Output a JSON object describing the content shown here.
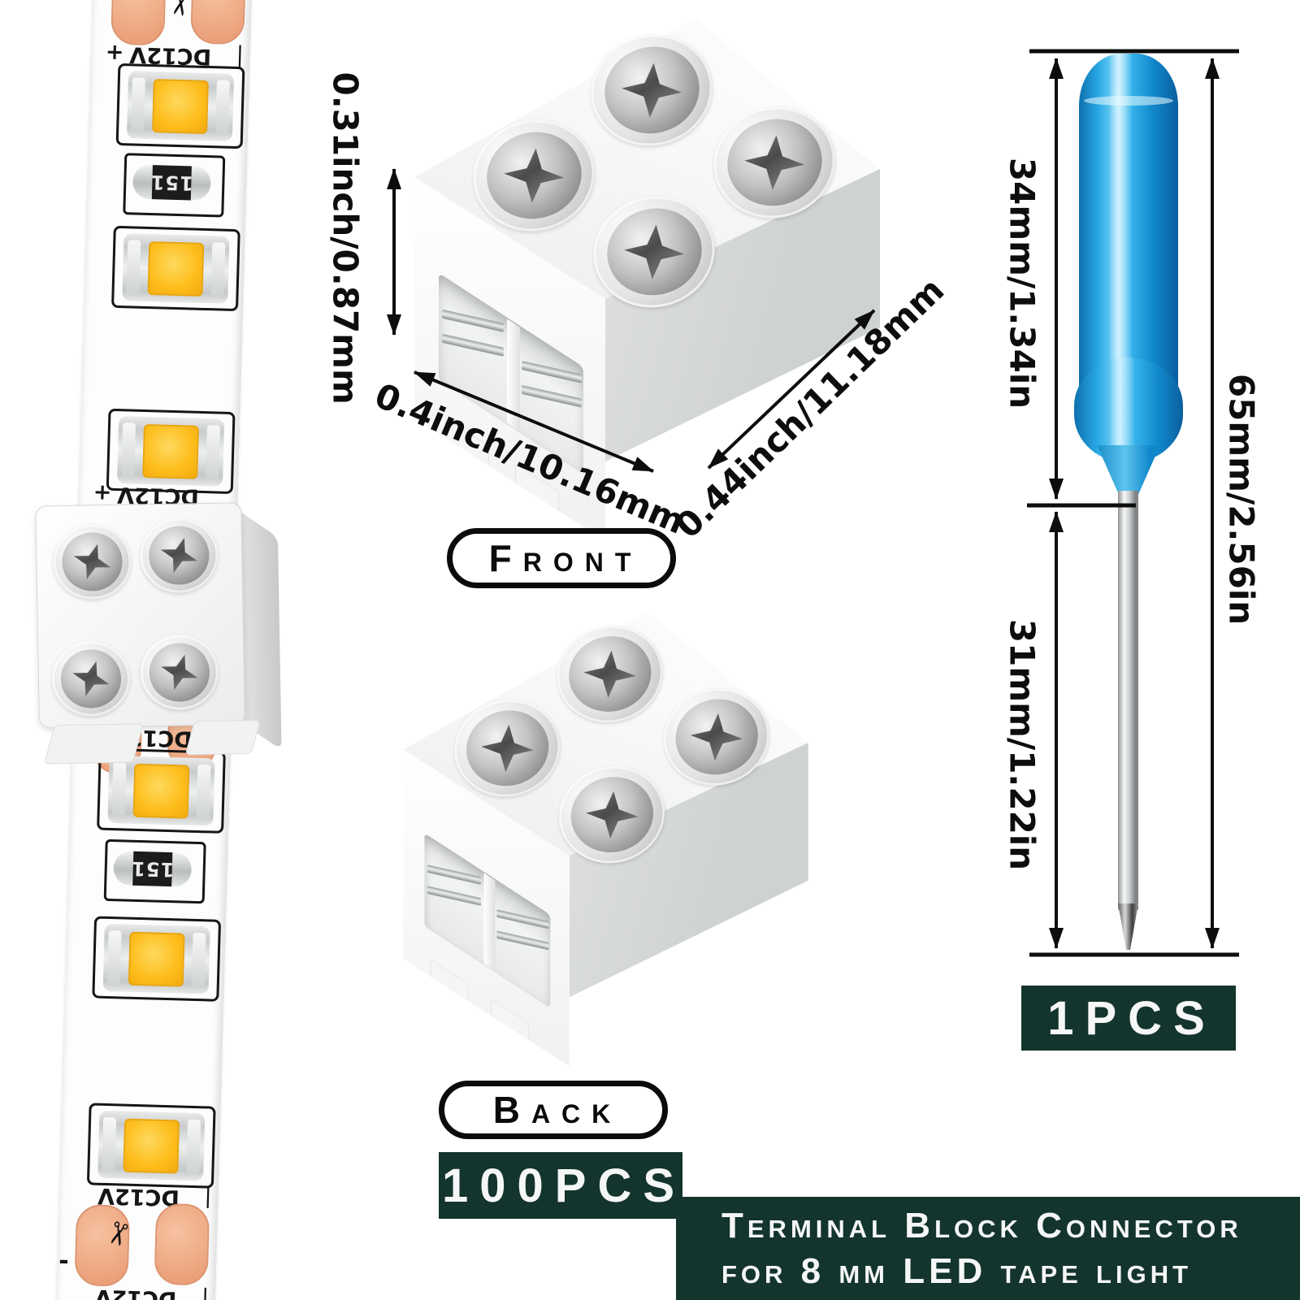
{
  "product": {
    "strip": {
      "voltage_label": "DC12V",
      "resistor_code": "151",
      "plus": "+",
      "minus": "-",
      "pipe": "|",
      "cut_icon": "✂"
    },
    "front_connector": {
      "label": "Front",
      "height_dim": "0.31inch/0.87mm",
      "width_dim": "0.4inch/10.16mm",
      "depth_dim": "0.44inch/11.18mm"
    },
    "back_connector": {
      "label": "Back",
      "quantity": "100PCS"
    },
    "screwdriver": {
      "handle_dim": "34mm/1.34in",
      "shaft_dim": "31mm/1.22in",
      "total_dim": "65mm/2.56in",
      "quantity": "1PCS"
    },
    "banner": {
      "line1": "Terminal Block Connector",
      "line2": "for 8 mm LED tape light"
    },
    "colors": {
      "badge_bg": "#14342e",
      "handle_blue": "#1ea8e8",
      "led_yellow": "#fdbd1b",
      "pad_copper": "#f0ac86"
    }
  }
}
